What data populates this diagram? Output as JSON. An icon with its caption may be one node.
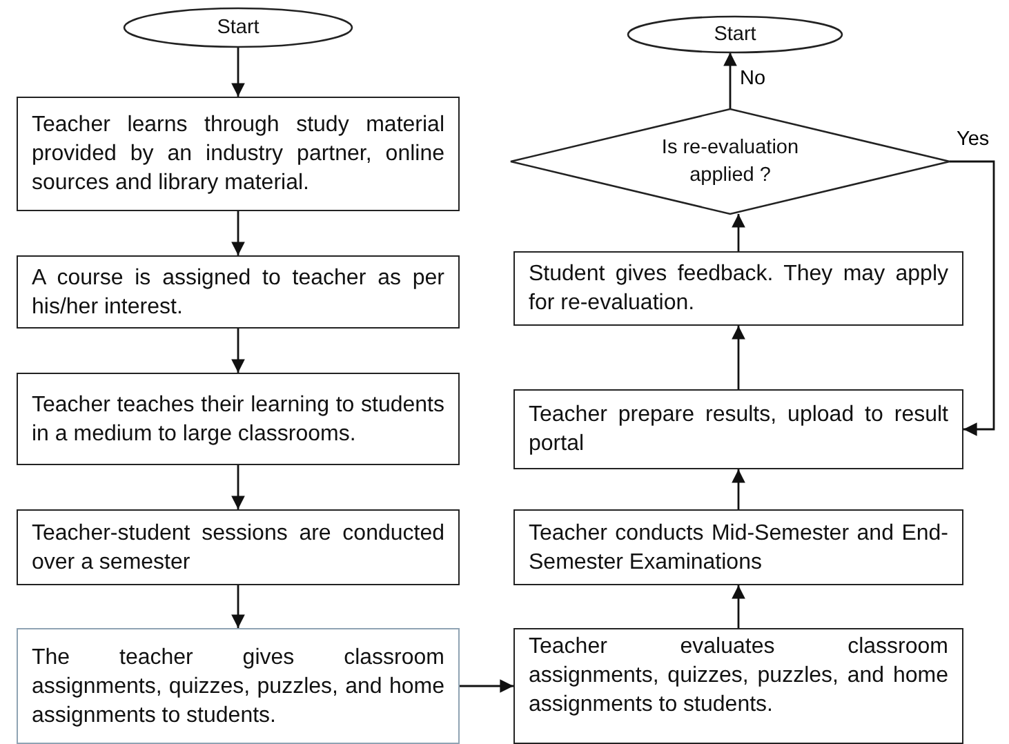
{
  "diagram": {
    "nodes": [
      {
        "text": [
          "Start"
        ]
      },
      {
        "text": [
          "Teacher learns through study material provided by an industry partner, online sources and library material."
        ]
      },
      {
        "text": [
          "A course is assigned to teacher as per his/her interest."
        ]
      },
      {
        "text": [
          "Teacher teaches their learning to students in a medium to large classrooms."
        ]
      },
      {
        "text": [
          "Teacher-student sessions are conducted over a semester"
        ]
      },
      {
        "text": [
          "The teacher gives classroom assignments, quizzes, puzzles, and home assignments to students."
        ]
      },
      {
        "text": [
          "Teacher evaluates classroom assignments, quizzes, puzzles, and home assignments to students."
        ]
      },
      {
        "text": [
          "Teacher conducts Mid-Semester and End-Semester Examinations"
        ]
      },
      {
        "text": [
          "Teacher prepare results, upload to result portal"
        ]
      },
      {
        "text": [
          "Student gives feedback. They may apply for re-evaluation."
        ]
      },
      {
        "text": [
          "Is re-evaluation applied ?"
        ]
      },
      {
        "text": [
          "Start"
        ]
      }
    ],
    "edges": [
      {
        "from": 0,
        "to": 1,
        "arrow": "to"
      },
      {
        "from": 1,
        "to": 2,
        "arrow": "to"
      },
      {
        "from": 2,
        "to": 3,
        "arrow": "to"
      },
      {
        "from": 3,
        "to": 4,
        "arrow": "to"
      },
      {
        "from": 4,
        "to": 5,
        "arrow": "to"
      },
      {
        "from": 5,
        "to": 6,
        "arrow": "to"
      },
      {
        "from": 6,
        "to": 7,
        "arrow": "to"
      },
      {
        "from": 7,
        "to": 8,
        "arrow": "to"
      },
      {
        "from": 8,
        "to": 9,
        "arrow": "to"
      },
      {
        "from": 9,
        "to": 10,
        "arrow": "to"
      },
      {
        "from": 10,
        "to": 11,
        "arrow": "to",
        "label": "No"
      },
      {
        "from": 10,
        "to": 8,
        "arrow": "to",
        "label": "Yes"
      }
    ]
  }
}
